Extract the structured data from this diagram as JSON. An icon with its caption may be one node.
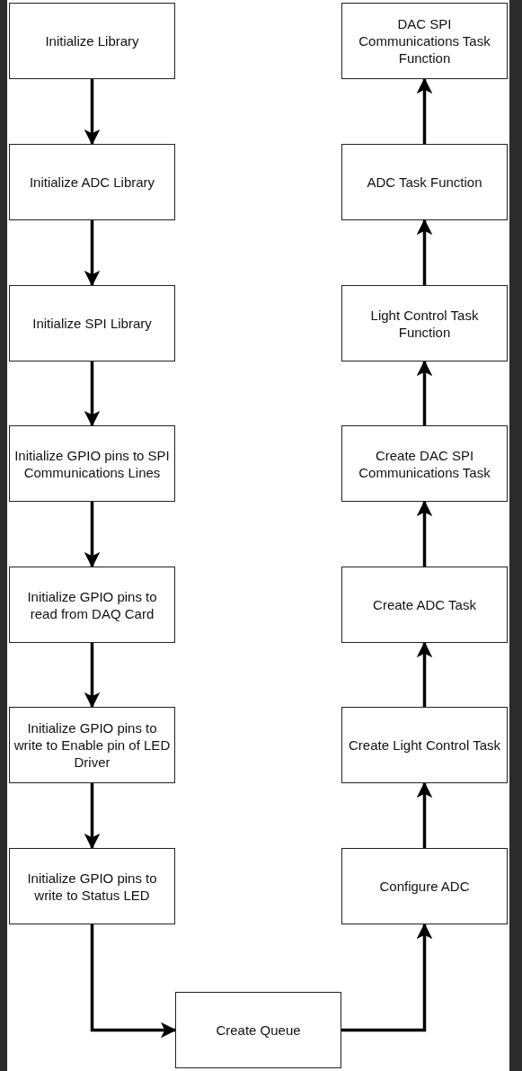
{
  "diagram": {
    "nodes": [
      {
        "text": [
          "Initialize Library"
        ]
      },
      {
        "text": [
          "Initialize ADC Library"
        ]
      },
      {
        "text": [
          "Initialize SPI Library"
        ]
      },
      {
        "text": [
          "Initialize GPIO pins to SPI Communications Lines"
        ]
      },
      {
        "text": [
          "Initialize GPIO pins to read from DAQ Card"
        ]
      },
      {
        "text": [
          "Initialize GPIO pins to write to Enable pin of LED Driver"
        ]
      },
      {
        "text": [
          "Initialize GPIO pins to write to Status LED"
        ]
      },
      {
        "text": [
          "Create Queue"
        ]
      },
      {
        "text": [
          "Configure ADC"
        ]
      },
      {
        "text": [
          "Create Light Control Task"
        ]
      },
      {
        "text": [
          "Create ADC Task"
        ]
      },
      {
        "text": [
          "Create DAC SPI Communications Task"
        ]
      },
      {
        "text": [
          "Light Control Task Function"
        ]
      },
      {
        "text": [
          "ADC Task Function"
        ]
      },
      {
        "text": [
          "DAC SPI Communications Task Function"
        ]
      }
    ],
    "edges": [
      {
        "from": 0,
        "to": 1,
        "arrow": "to"
      },
      {
        "from": 1,
        "to": 2,
        "arrow": "to"
      },
      {
        "from": 2,
        "to": 3,
        "arrow": "to"
      },
      {
        "from": 3,
        "to": 4,
        "arrow": "to"
      },
      {
        "from": 4,
        "to": 5,
        "arrow": "to"
      },
      {
        "from": 5,
        "to": 6,
        "arrow": "to"
      },
      {
        "from": 6,
        "to": 7,
        "arrow": "to"
      },
      {
        "from": 7,
        "to": 8,
        "arrow": "to"
      },
      {
        "from": 8,
        "to": 9,
        "arrow": "to"
      },
      {
        "from": 9,
        "to": 10,
        "arrow": "to"
      },
      {
        "from": 10,
        "to": 11,
        "arrow": "to"
      },
      {
        "from": 11,
        "to": 12,
        "arrow": "to"
      },
      {
        "from": 12,
        "to": 13,
        "arrow": "to"
      },
      {
        "from": 13,
        "to": 14,
        "arrow": "to"
      }
    ]
  }
}
